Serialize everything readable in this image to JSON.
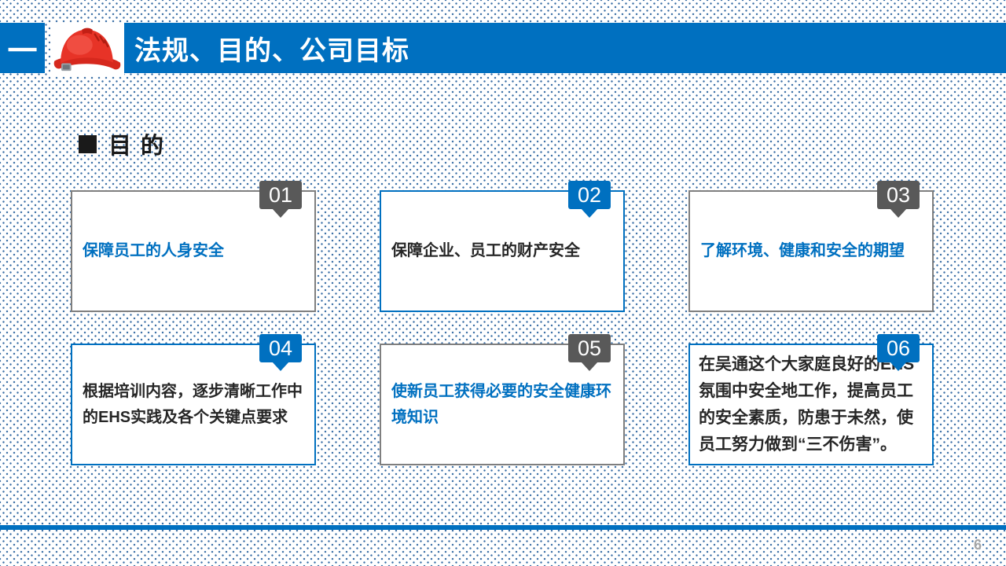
{
  "slide": {
    "section_marker": "一",
    "header_title": "法规、目的、公司目标",
    "section_heading": "目 的",
    "page_number": "6"
  },
  "cards": [
    {
      "number": "01",
      "text": "保障员工的人身安全"
    },
    {
      "number": "02",
      "text": "保障企业、员工的财产安全"
    },
    {
      "number": "03",
      "text": "了解环境、健康和安全的期望"
    },
    {
      "number": "04",
      "text": "根据培训内容，逐步清晰工作中的EHS实践及各个关键点要求"
    },
    {
      "number": "05",
      "text": "使新员工获得必要的安全健康环境知识"
    },
    {
      "number": "06",
      "text": "在吴通这个大家庭良好的EHS氛围中安全地工作，提高员工的安全素质，防患于未然，使员工努力做到“三不伤害”。"
    }
  ],
  "icons": {
    "header_icon": "red-hard-hat"
  },
  "colors": {
    "primary_blue": "#0070C0",
    "dark_gray": "#595959",
    "card_border_gray": "#7F7F7F",
    "dot_pattern": "#3A6EA5",
    "page_number_gray": "#A6A6A6",
    "text_dark": "#262626"
  }
}
